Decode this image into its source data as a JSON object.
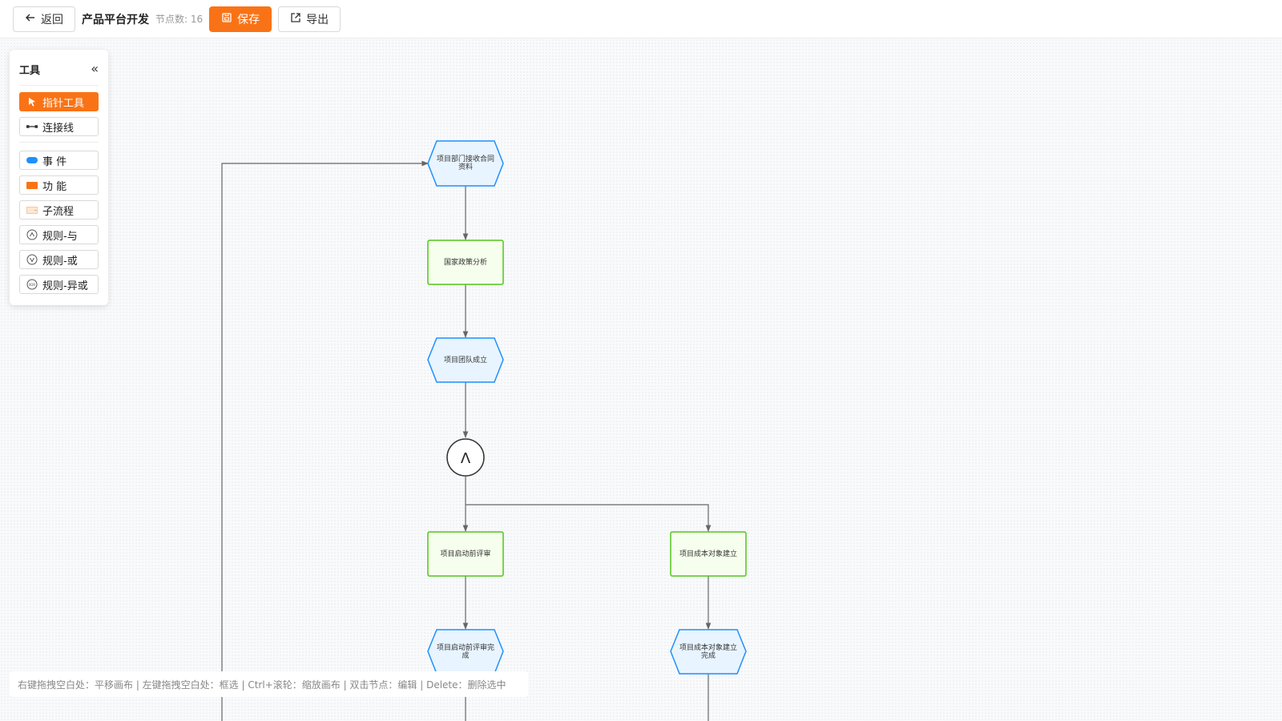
{
  "toolbar": {
    "back_label": "返回",
    "title": "产品平台开发",
    "node_count": "节点数: 16",
    "save_label": "保存",
    "export_label": "导出"
  },
  "tools": {
    "title": "工具",
    "collapse_glyph": "«",
    "pointer": "指针工具",
    "connector": "连接线",
    "event": "事 件",
    "function": "功 能",
    "subprocess": "子流程",
    "rule_and": "规则-与",
    "rule_or": "规则-或",
    "rule_xor": "规则-异或"
  },
  "diagram": {
    "n1_line1": "项目部门接收合同",
    "n1_line2": "资料",
    "n2": "国家政策分析",
    "n3": "项目团队成立",
    "gate": "Λ",
    "n5": "项目启动前评审",
    "n6": "项目成本对象建立",
    "n7_line1": "项目启动前评审完",
    "n7_line2": "成",
    "n8_line1": "项目成本对象建立",
    "n8_line2": "完成"
  },
  "statusbar": {
    "hint": "右键拖拽空白处：平移画布 | 左键拖拽空白处：框选 | Ctrl+滚轮：缩放画布 | 双击节点：编辑 | Delete：删除选中"
  },
  "colors": {
    "accent": "#f97316",
    "event_stroke": "#1e90ff",
    "event_fill": "#e8f4ff",
    "function_stroke": "#52c41a",
    "function_fill": "#f6ffed"
  },
  "icons": [
    "arrow-left-icon",
    "save-icon",
    "export-icon",
    "cursor-icon",
    "connector-icon",
    "event-icon",
    "function-icon",
    "subprocess-icon",
    "rule-and-icon",
    "rule-or-icon",
    "rule-xor-icon",
    "collapse-icon"
  ]
}
